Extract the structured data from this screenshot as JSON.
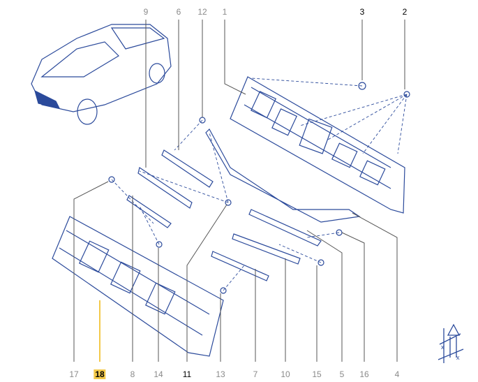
{
  "diagram": {
    "top_labels": [
      "9",
      "6",
      "12",
      "1",
      "3",
      "2"
    ],
    "bottom_labels": [
      "17",
      "18",
      "8",
      "14",
      "11",
      "13",
      "7",
      "10",
      "15",
      "5",
      "16",
      "4"
    ],
    "highlighted_label": "18",
    "icon_axis_label": "x",
    "colors": {
      "line": "#2b4a9b",
      "highlight": "#f3c94a",
      "leader": "#555555"
    }
  }
}
